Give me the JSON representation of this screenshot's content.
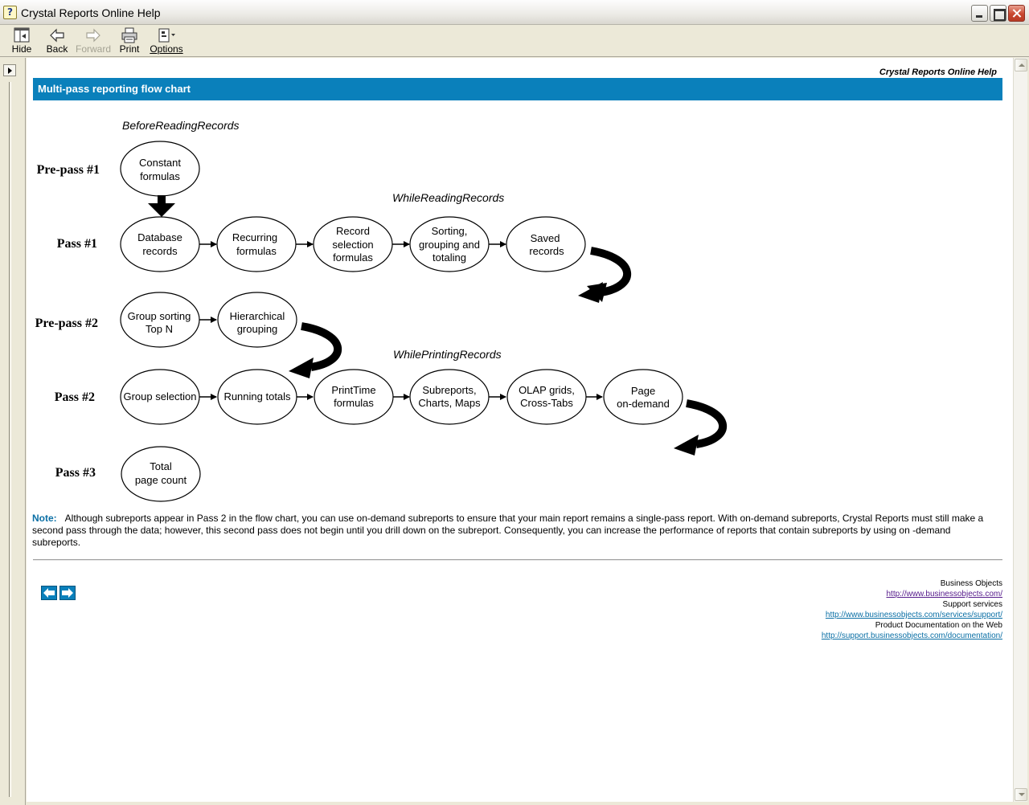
{
  "window": {
    "title": "Crystal Reports Online Help",
    "icon": "help-question-icon"
  },
  "toolbar": {
    "hide_label": "Hide",
    "back_label": "Back",
    "forward_label": "Forward",
    "print_label": "Print",
    "options_label": "Options"
  },
  "page": {
    "header": "Crystal Reports Online Help",
    "topic_title": "Multi-pass reporting flow chart"
  },
  "flowchart": {
    "phases": {
      "before_reading": "BeforeReadingRecords",
      "while_reading": "WhileReadingRecords",
      "while_printing": "WhilePrintingRecords"
    },
    "passes": {
      "prepass1": "Pre-pass #1",
      "pass1": "Pass #1",
      "prepass2": "Pre-pass #2",
      "pass2": "Pass #2",
      "pass3": "Pass #3"
    },
    "nodes": {
      "constant_formulas": [
        "Constant",
        "formulas"
      ],
      "database_records": [
        "Database",
        "records"
      ],
      "recurring_formulas": [
        "Recurring",
        "formulas"
      ],
      "record_selection": [
        "Record",
        "selection",
        "formulas"
      ],
      "sorting_grouping": [
        "Sorting,",
        "grouping and",
        "totaling"
      ],
      "saved_records": [
        "Saved",
        "records"
      ],
      "group_sorting": [
        "Group sorting",
        "Top N"
      ],
      "hierarchical_grouping": [
        "Hierarchical",
        "grouping"
      ],
      "group_selection": [
        "Group selection"
      ],
      "running_totals": [
        "Running totals"
      ],
      "printtime_formulas": [
        "PrintTime",
        "formulas"
      ],
      "subreports_charts": [
        "Subreports,",
        "Charts, Maps"
      ],
      "olap_grids": [
        "OLAP grids,",
        "Cross-Tabs"
      ],
      "page_ondemand": [
        "Page",
        "on-demand"
      ],
      "total_page_count": [
        "Total",
        "page count"
      ]
    }
  },
  "note": {
    "label": "Note:",
    "text": "Although subreports appear in Pass 2 in the flow chart, you can use on-demand subreports to ensure that your main report remains a single-pass report. With on-demand subreports, Crystal Reports must still make a second pass through the data; however, this second pass does not begin until you drill down on the subreport. Consequently, you can increase the performance of reports that contain subreports by using on -demand subreports."
  },
  "footer": {
    "company": "Business Objects",
    "company_url": "http://www.businessobjects.com/",
    "support_label": "Support services",
    "support_url": "http://www.businessobjects.com/services/support/",
    "docs_label": "Product Documentation on the Web",
    "docs_url": "http://support.businessobjects.com/documentation/"
  },
  "colors": {
    "topic_bar": "#0a80bb",
    "note_label": "#0a6fa5"
  }
}
